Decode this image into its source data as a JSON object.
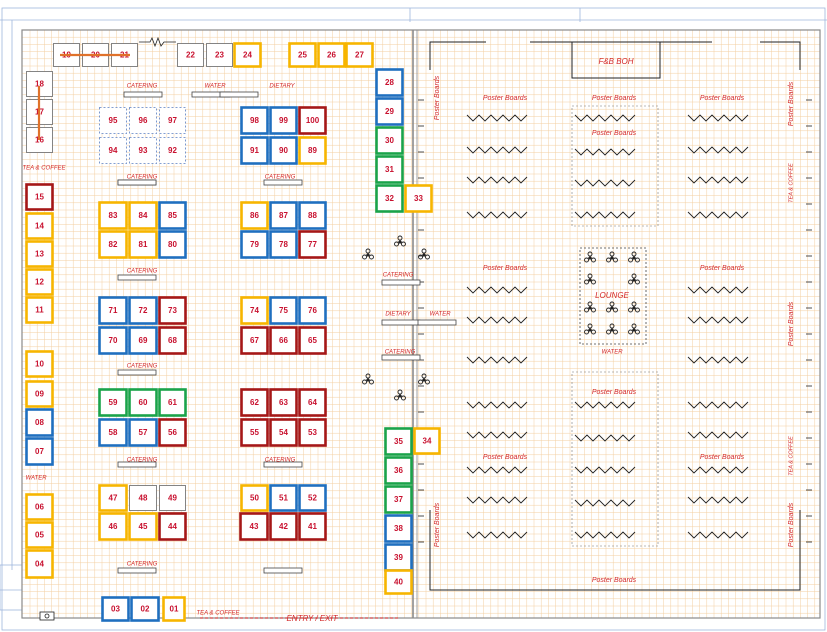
{
  "colors": {
    "grid": "#f3cfa2",
    "wall": "#8a8a8a",
    "label": "#d42a2a",
    "booth_text": "#c8102e",
    "yellow": "#f7b500",
    "blue": "#1f6fbf",
    "green": "#1aa34a",
    "red": "#a51717",
    "blueprint": "#9fb6dd",
    "divider": "#222222"
  },
  "labels": {
    "entry": "ENTRY / EXIT",
    "fb_boh": "F&B BOH",
    "lounge": "LOUNGE",
    "poster_boards": "Poster Boards",
    "catering": "CATERING",
    "water": "WATER",
    "dietary": "DIETARY",
    "tea_coffee": "TEA & COFFEE"
  },
  "booths": [
    {
      "id": "01",
      "c": "yellow"
    },
    {
      "id": "02",
      "c": "blue"
    },
    {
      "id": "03",
      "c": "blue"
    },
    {
      "id": "04",
      "c": "yellow"
    },
    {
      "id": "05",
      "c": "yellow"
    },
    {
      "id": "06",
      "c": "yellow"
    },
    {
      "id": "07",
      "c": "blue"
    },
    {
      "id": "08",
      "c": "blue"
    },
    {
      "id": "09",
      "c": "yellow"
    },
    {
      "id": "10",
      "c": "yellow"
    },
    {
      "id": "11",
      "c": "yellow"
    },
    {
      "id": "12",
      "c": "yellow"
    },
    {
      "id": "13",
      "c": "yellow"
    },
    {
      "id": "14",
      "c": "yellow"
    },
    {
      "id": "15",
      "c": "red"
    },
    {
      "id": "16",
      "c": "none"
    },
    {
      "id": "17",
      "c": "none"
    },
    {
      "id": "18",
      "c": "none"
    },
    {
      "id": "19",
      "c": "none"
    },
    {
      "id": "20",
      "c": "none"
    },
    {
      "id": "21",
      "c": "none"
    },
    {
      "id": "22",
      "c": "none"
    },
    {
      "id": "23",
      "c": "none"
    },
    {
      "id": "24",
      "c": "yellow"
    },
    {
      "id": "25",
      "c": "yellow"
    },
    {
      "id": "26",
      "c": "yellow"
    },
    {
      "id": "27",
      "c": "yellow"
    },
    {
      "id": "28",
      "c": "blue"
    },
    {
      "id": "29",
      "c": "blue"
    },
    {
      "id": "30",
      "c": "green"
    },
    {
      "id": "31",
      "c": "green"
    },
    {
      "id": "32",
      "c": "green"
    },
    {
      "id": "33",
      "c": "yellow"
    },
    {
      "id": "34",
      "c": "yellow"
    },
    {
      "id": "35",
      "c": "green"
    },
    {
      "id": "36",
      "c": "green"
    },
    {
      "id": "37",
      "c": "green"
    },
    {
      "id": "38",
      "c": "blue"
    },
    {
      "id": "39",
      "c": "blue"
    },
    {
      "id": "40",
      "c": "yellow"
    },
    {
      "id": "41",
      "c": "red"
    },
    {
      "id": "42",
      "c": "red"
    },
    {
      "id": "43",
      "c": "red"
    },
    {
      "id": "44",
      "c": "red"
    },
    {
      "id": "45",
      "c": "yellow"
    },
    {
      "id": "46",
      "c": "yellow"
    },
    {
      "id": "47",
      "c": "yellow"
    },
    {
      "id": "48",
      "c": "none"
    },
    {
      "id": "49",
      "c": "none"
    },
    {
      "id": "50",
      "c": "yellow"
    },
    {
      "id": "51",
      "c": "blue"
    },
    {
      "id": "52",
      "c": "blue"
    },
    {
      "id": "53",
      "c": "red"
    },
    {
      "id": "54",
      "c": "red"
    },
    {
      "id": "55",
      "c": "red"
    },
    {
      "id": "56",
      "c": "red"
    },
    {
      "id": "57",
      "c": "blue"
    },
    {
      "id": "58",
      "c": "blue"
    },
    {
      "id": "59",
      "c": "green"
    },
    {
      "id": "60",
      "c": "green"
    },
    {
      "id": "61",
      "c": "green"
    },
    {
      "id": "62",
      "c": "red"
    },
    {
      "id": "63",
      "c": "red"
    },
    {
      "id": "64",
      "c": "red"
    },
    {
      "id": "65",
      "c": "red"
    },
    {
      "id": "66",
      "c": "red"
    },
    {
      "id": "67",
      "c": "red"
    },
    {
      "id": "68",
      "c": "red"
    },
    {
      "id": "69",
      "c": "blue"
    },
    {
      "id": "70",
      "c": "blue"
    },
    {
      "id": "71",
      "c": "blue"
    },
    {
      "id": "72",
      "c": "blue"
    },
    {
      "id": "73",
      "c": "red"
    },
    {
      "id": "74",
      "c": "yellow"
    },
    {
      "id": "75",
      "c": "blue"
    },
    {
      "id": "76",
      "c": "blue"
    },
    {
      "id": "77",
      "c": "red"
    },
    {
      "id": "78",
      "c": "blue"
    },
    {
      "id": "79",
      "c": "blue"
    },
    {
      "id": "80",
      "c": "blue"
    },
    {
      "id": "81",
      "c": "yellow"
    },
    {
      "id": "82",
      "c": "yellow"
    },
    {
      "id": "83",
      "c": "yellow"
    },
    {
      "id": "84",
      "c": "yellow"
    },
    {
      "id": "85",
      "c": "blue"
    },
    {
      "id": "86",
      "c": "yellow"
    },
    {
      "id": "87",
      "c": "blue"
    },
    {
      "id": "88",
      "c": "blue"
    },
    {
      "id": "89",
      "c": "yellow"
    },
    {
      "id": "90",
      "c": "blue"
    },
    {
      "id": "91",
      "c": "blue"
    },
    {
      "id": "92",
      "c": "dashed"
    },
    {
      "id": "93",
      "c": "dashed"
    },
    {
      "id": "94",
      "c": "dashed"
    },
    {
      "id": "95",
      "c": "dashed"
    },
    {
      "id": "96",
      "c": "dashed"
    },
    {
      "id": "97",
      "c": "dashed"
    },
    {
      "id": "98",
      "c": "blue"
    },
    {
      "id": "99",
      "c": "blue"
    },
    {
      "id": "100",
      "c": "red"
    }
  ]
}
